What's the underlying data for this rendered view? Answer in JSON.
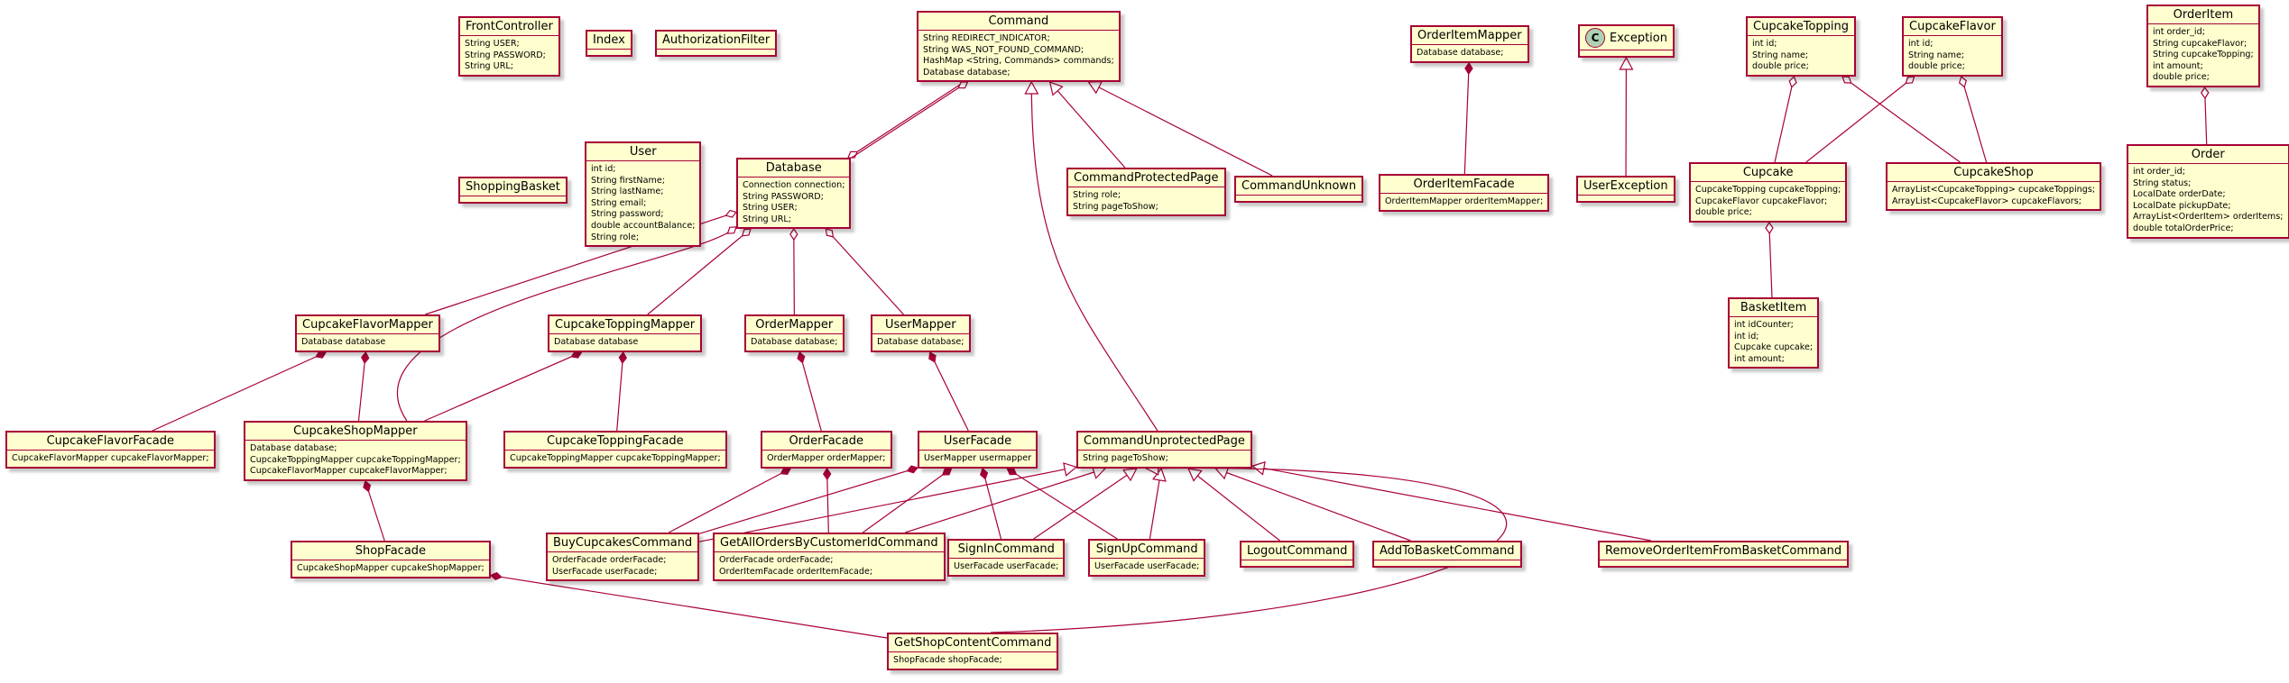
{
  "diagram": {
    "classes": {
      "FrontController": {
        "name": "FrontController",
        "attrs": [
          "String USER;",
          "String PASSWORD;",
          "String URL;"
        ]
      },
      "Index": {
        "name": "Index",
        "attrs": []
      },
      "AuthorizationFilter": {
        "name": "AuthorizationFilter",
        "attrs": []
      },
      "ShoppingBasket": {
        "name": "ShoppingBasket",
        "attrs": []
      },
      "User": {
        "name": "User",
        "attrs": [
          "int id;",
          "String firstName;",
          "String lastName;",
          "String email;",
          "String password;",
          "double accountBalance;",
          "String role;"
        ]
      },
      "Command": {
        "name": "Command",
        "attrs": [
          "String REDIRECT_INDICATOR;",
          "String WAS_NOT_FOUND_COMMAND;",
          "HashMap <String, Commands> commands;",
          "Database database;"
        ]
      },
      "Database": {
        "name": "Database",
        "attrs": [
          "Connection connection;",
          "String PASSWORD;",
          "String USER;",
          "String URL;"
        ]
      },
      "CommandProtectedPage": {
        "name": "CommandProtectedPage",
        "attrs": [
          "String role;",
          "String pageToShow;"
        ]
      },
      "CommandUnknown": {
        "name": "CommandUnknown",
        "attrs": []
      },
      "OrderItemMapper": {
        "name": "OrderItemMapper",
        "attrs": [
          "Database database;"
        ]
      },
      "OrderItemFacade": {
        "name": "OrderItemFacade",
        "attrs": [
          "OrderItemMapper orderItemMapper;"
        ]
      },
      "Exception": {
        "name": "Exception",
        "badge": "C",
        "attrs": []
      },
      "UserException": {
        "name": "UserException",
        "attrs": []
      },
      "CupcakeTopping": {
        "name": "CupcakeTopping",
        "attrs": [
          "int id;",
          "String name;",
          "double price;"
        ]
      },
      "CupcakeFlavor": {
        "name": "CupcakeFlavor",
        "attrs": [
          "int id;",
          "String name;",
          "double price;"
        ]
      },
      "Cupcake": {
        "name": "Cupcake",
        "attrs": [
          "CupcakeTopping cupcakeTopping;",
          "CupcakeFlavor cupcakeFlavor;",
          "double price;"
        ]
      },
      "CupcakeShop": {
        "name": "CupcakeShop",
        "attrs": [
          "ArrayList<CupcakeTopping> cupcakeToppings;",
          "ArrayList<CupcakeFlavor> cupcakeFlavors;"
        ]
      },
      "BasketItem": {
        "name": "BasketItem",
        "attrs": [
          "int idCounter;",
          "int id;",
          "Cupcake cupcake;",
          "int amount;"
        ]
      },
      "OrderItem": {
        "name": "OrderItem",
        "attrs": [
          "int order_id;",
          "String cupcakeFlavor;",
          "String cupcakeTopping;",
          "int amount;",
          "double price;"
        ]
      },
      "Order": {
        "name": "Order",
        "attrs": [
          "int order_id;",
          "String status;",
          "LocalDate orderDate;",
          "LocalDate pickupDate;",
          "ArrayList<OrderItem> orderItems;",
          "double totalOrderPrice;"
        ]
      },
      "CupcakeFlavorMapper": {
        "name": "CupcakeFlavorMapper",
        "attrs": [
          "Database database"
        ]
      },
      "CupcakeToppingMapper": {
        "name": "CupcakeToppingMapper",
        "attrs": [
          "Database database"
        ]
      },
      "OrderMapper": {
        "name": "OrderMapper",
        "attrs": [
          "Database database;"
        ]
      },
      "UserMapper": {
        "name": "UserMapper",
        "attrs": [
          "Database database;"
        ]
      },
      "CupcakeFlavorFacade": {
        "name": "CupcakeFlavorFacade",
        "attrs": [
          "CupcakeFlavorMapper cupcakeFlavorMapper;"
        ]
      },
      "CupcakeShopMapper": {
        "name": "CupcakeShopMapper",
        "attrs": [
          "Database database;",
          "CupcakeToppingMapper cupcakeToppingMapper;",
          "CupcakeFlavorMapper cupcakeFlavorMapper;"
        ]
      },
      "CupcakeToppingFacade": {
        "name": "CupcakeToppingFacade",
        "attrs": [
          "CupcakeToppingMapper cupcakeToppingMapper;"
        ]
      },
      "OrderFacade": {
        "name": "OrderFacade",
        "attrs": [
          "OrderMapper orderMapper;"
        ]
      },
      "UserFacade": {
        "name": "UserFacade",
        "attrs": [
          "UserMapper usermapper"
        ]
      },
      "CommandUnprotectedPage": {
        "name": "CommandUnprotectedPage",
        "attrs": [
          "String pageToShow;"
        ]
      },
      "ShopFacade": {
        "name": "ShopFacade",
        "attrs": [
          "CupcakeShopMapper cupcakeShopMapper;"
        ]
      },
      "BuyCupcakesCommand": {
        "name": "BuyCupcakesCommand",
        "attrs": [
          "OrderFacade orderFacade;",
          "UserFacade userFacade;"
        ]
      },
      "GetAllOrdersByCustomerIdCommand": {
        "name": "GetAllOrdersByCustomerIdCommand",
        "attrs": [
          "OrderFacade orderFacade;",
          "OrderItemFacade orderItemFacade;"
        ]
      },
      "SignInCommand": {
        "name": "SignInCommand",
        "attrs": [
          "UserFacade userFacade;"
        ]
      },
      "SignUpCommand": {
        "name": "SignUpCommand",
        "attrs": [
          "UserFacade userFacade;"
        ]
      },
      "LogoutCommand": {
        "name": "LogoutCommand",
        "attrs": []
      },
      "AddToBasketCommand": {
        "name": "AddToBasketCommand",
        "attrs": []
      },
      "RemoveOrderItemFromBasketCommand": {
        "name": "RemoveOrderItemFromBasketCommand",
        "attrs": []
      },
      "GetShopContentCommand": {
        "name": "GetShopContentCommand",
        "attrs": [
          "ShopFacade shopFacade;"
        ]
      }
    },
    "relations": [
      {
        "from": "Command",
        "to": "Database",
        "kind": "aggregation"
      },
      {
        "from": "Database",
        "to": "Command",
        "kind": "aggregation"
      },
      {
        "from": "CommandProtectedPage",
        "to": "Command",
        "kind": "inheritance"
      },
      {
        "from": "CommandUnknown",
        "to": "Command",
        "kind": "inheritance"
      },
      {
        "from": "CommandUnprotectedPage",
        "to": "Command",
        "kind": "inheritance"
      },
      {
        "from": "OrderItemFacade",
        "to": "OrderItemMapper",
        "kind": "composition"
      },
      {
        "from": "UserException",
        "to": "Exception",
        "kind": "inheritance"
      },
      {
        "from": "Cupcake",
        "to": "CupcakeTopping",
        "kind": "aggregation"
      },
      {
        "from": "CupcakeShop",
        "to": "CupcakeTopping",
        "kind": "aggregation"
      },
      {
        "from": "Cupcake",
        "to": "CupcakeFlavor",
        "kind": "aggregation"
      },
      {
        "from": "CupcakeShop",
        "to": "CupcakeFlavor",
        "kind": "aggregation"
      },
      {
        "from": "BasketItem",
        "to": "Cupcake",
        "kind": "aggregation"
      },
      {
        "from": "Order",
        "to": "OrderItem",
        "kind": "aggregation"
      },
      {
        "from": "CupcakeFlavorMapper",
        "to": "Database",
        "kind": "aggregation"
      },
      {
        "from": "CupcakeToppingMapper",
        "to": "Database",
        "kind": "aggregation"
      },
      {
        "from": "OrderMapper",
        "to": "Database",
        "kind": "aggregation"
      },
      {
        "from": "UserMapper",
        "to": "Database",
        "kind": "aggregation"
      },
      {
        "from": "CupcakeShopMapper",
        "to": "Database",
        "kind": "aggregation"
      },
      {
        "from": "CupcakeFlavorFacade",
        "to": "CupcakeFlavorMapper",
        "kind": "composition"
      },
      {
        "from": "CupcakeShopMapper",
        "to": "CupcakeFlavorMapper",
        "kind": "composition"
      },
      {
        "from": "CupcakeShopMapper",
        "to": "CupcakeToppingMapper",
        "kind": "composition"
      },
      {
        "from": "CupcakeToppingFacade",
        "to": "CupcakeToppingMapper",
        "kind": "composition"
      },
      {
        "from": "OrderFacade",
        "to": "OrderMapper",
        "kind": "composition"
      },
      {
        "from": "UserFacade",
        "to": "UserMapper",
        "kind": "composition"
      },
      {
        "from": "ShopFacade",
        "to": "CupcakeShopMapper",
        "kind": "composition"
      },
      {
        "from": "BuyCupcakesCommand",
        "to": "OrderFacade",
        "kind": "composition"
      },
      {
        "from": "BuyCupcakesCommand",
        "to": "UserFacade",
        "kind": "composition"
      },
      {
        "from": "GetAllOrdersByCustomerIdCommand",
        "to": "OrderFacade",
        "kind": "composition"
      },
      {
        "from": "GetAllOrdersByCustomerIdCommand",
        "to": "UserFacade",
        "kind": "composition"
      },
      {
        "from": "SignInCommand",
        "to": "UserFacade",
        "kind": "composition"
      },
      {
        "from": "SignUpCommand",
        "to": "UserFacade",
        "kind": "composition"
      },
      {
        "from": "BuyCupcakesCommand",
        "to": "CommandUnprotectedPage",
        "kind": "inheritance"
      },
      {
        "from": "GetAllOrdersByCustomerIdCommand",
        "to": "CommandUnprotectedPage",
        "kind": "inheritance"
      },
      {
        "from": "SignInCommand",
        "to": "CommandUnprotectedPage",
        "kind": "inheritance"
      },
      {
        "from": "SignUpCommand",
        "to": "CommandUnprotectedPage",
        "kind": "inheritance"
      },
      {
        "from": "LogoutCommand",
        "to": "CommandUnprotectedPage",
        "kind": "inheritance"
      },
      {
        "from": "AddToBasketCommand",
        "to": "CommandUnprotectedPage",
        "kind": "inheritance"
      },
      {
        "from": "RemoveOrderItemFromBasketCommand",
        "to": "CommandUnprotectedPage",
        "kind": "inheritance"
      },
      {
        "from": "GetShopContentCommand",
        "to": "CommandUnprotectedPage",
        "kind": "inheritance"
      },
      {
        "from": "GetShopContentCommand",
        "to": "ShopFacade",
        "kind": "composition"
      }
    ],
    "colors": {
      "fill": "#fefece",
      "border": "#a80036",
      "line": "#a80036",
      "badge": "#add1b2"
    }
  }
}
